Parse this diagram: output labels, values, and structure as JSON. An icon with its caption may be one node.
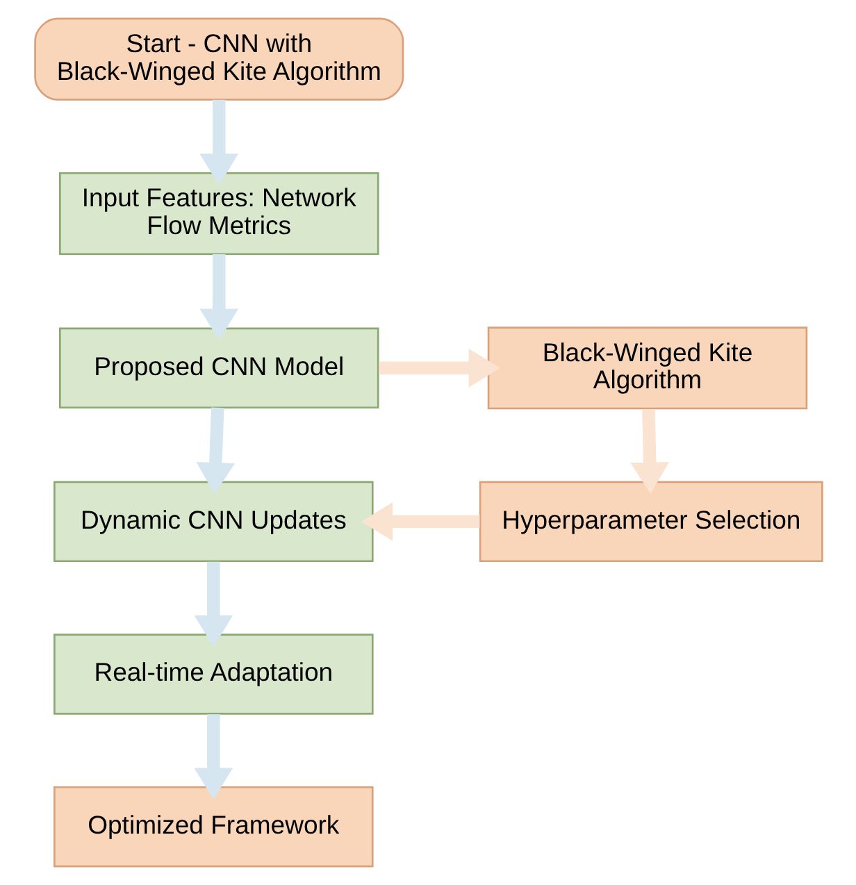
{
  "diagram": {
    "nodes": [
      {
        "text": [
          "Start - CNN with Black-Winged Kite Algorithm"
        ]
      },
      {
        "text": [
          "Input Features: Network Flow Metrics"
        ]
      },
      {
        "text": [
          "Proposed CNN Model"
        ]
      },
      {
        "text": [
          "Black-Winged Kite Algorithm"
        ]
      },
      {
        "text": [
          "Hyperparameter Selection"
        ]
      },
      {
        "text": [
          "Dynamic CNN Updates"
        ]
      },
      {
        "text": [
          "Real-time Adaptation"
        ]
      },
      {
        "text": [
          "Optimized Framework"
        ]
      }
    ],
    "edges": [
      {
        "from": 0,
        "to": 1,
        "arrow": "to"
      },
      {
        "from": 1,
        "to": 2,
        "arrow": "to"
      },
      {
        "from": 2,
        "to": 3,
        "arrow": "to",
        "color": "#fbe3d2"
      },
      {
        "from": 3,
        "to": 4,
        "arrow": "to",
        "color": "#fbe3d2"
      },
      {
        "from": 4,
        "to": 5,
        "arrow": "to",
        "color": "#fbe3d2"
      },
      {
        "from": 2,
        "to": 5,
        "arrow": "to"
      },
      {
        "from": 5,
        "to": 6,
        "arrow": "to"
      },
      {
        "from": 6,
        "to": 7,
        "arrow": "to"
      }
    ]
  }
}
